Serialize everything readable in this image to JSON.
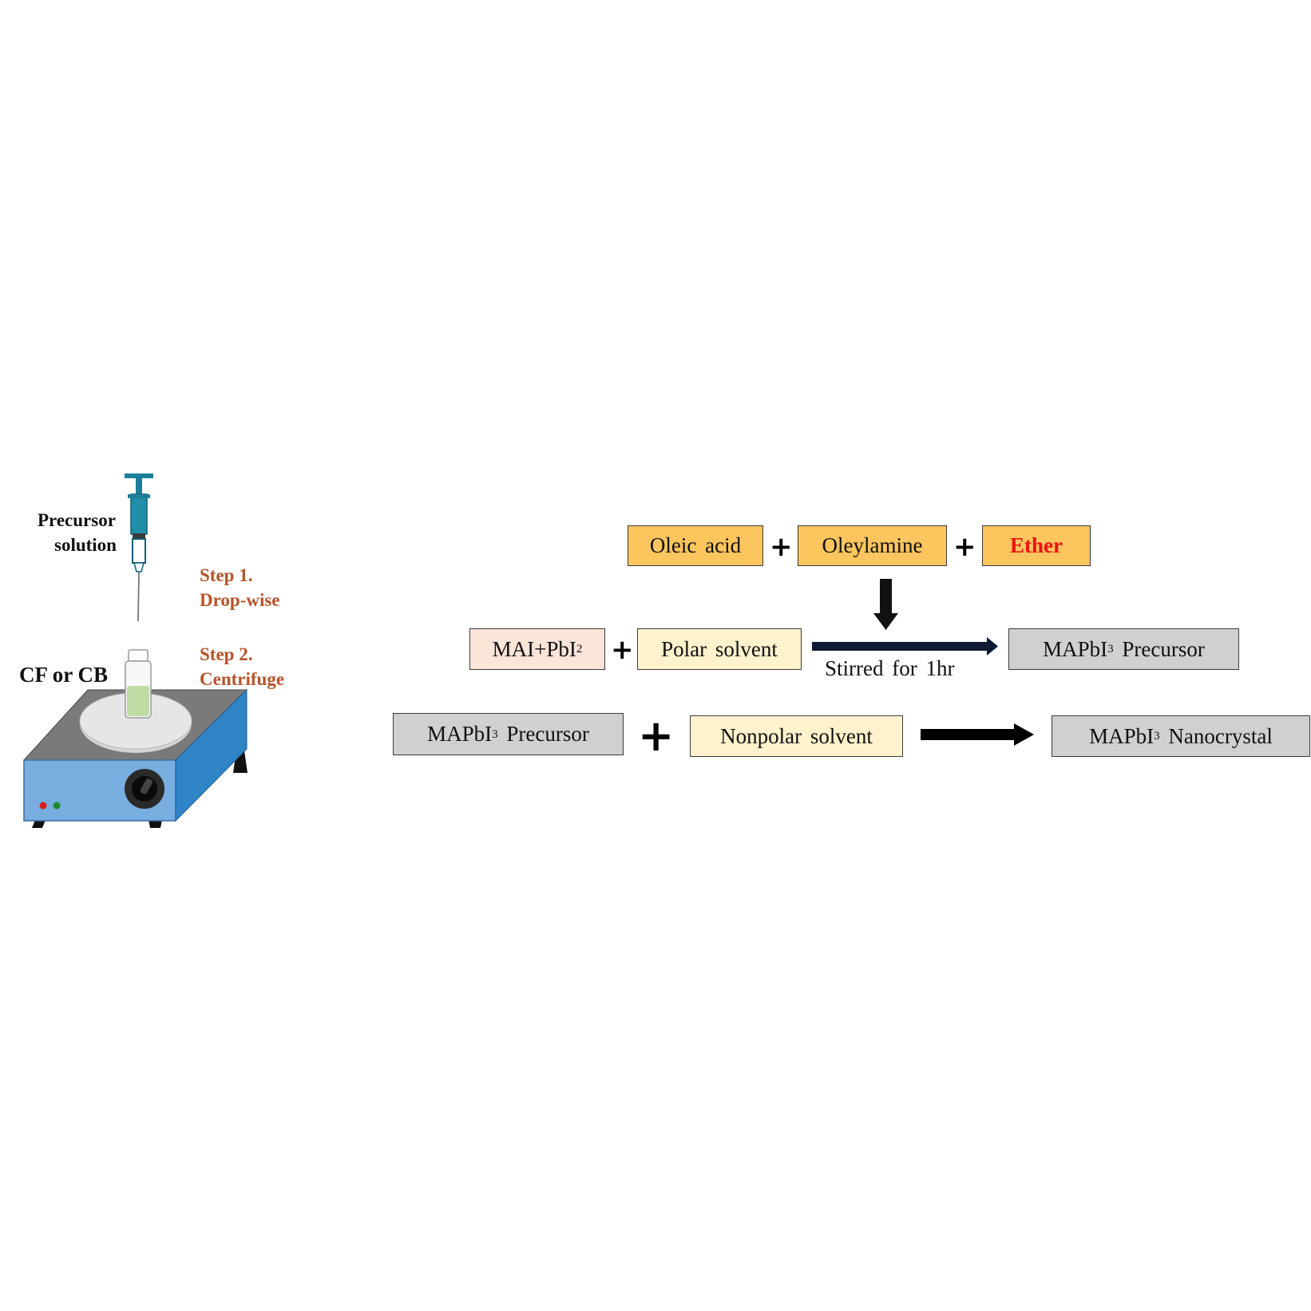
{
  "illustration": {
    "syringe_label_line1": "Precursor",
    "syringe_label_line2": "solution",
    "step1_line1": "Step 1.",
    "step1_line2": "Drop-wise",
    "step2_line1": "Step 2.",
    "step2_line2": "Centrifuge",
    "solvent_label": "CF or CB"
  },
  "row1": {
    "box1": "Oleic acid",
    "plus1": "+",
    "box2": "Oleylamine",
    "plus2": "+",
    "box3": "Ether"
  },
  "row2": {
    "box1_main": "MAI+PbI",
    "box1_sub": "2",
    "plus1": "+",
    "box2": "Polar solvent",
    "arrow_caption": "Stirred for 1hr",
    "result_pre": "MAPbI",
    "result_sub": "3",
    "result_post": " Precursor"
  },
  "row3": {
    "box1_pre": "MAPbI",
    "box1_sub": "3",
    "box1_post": " Precursor",
    "plus1": "+",
    "box2": "Nonpolar solvent",
    "result_pre": "MAPbI",
    "result_sub": "3",
    "result_post": " Nanocrystal"
  },
  "colors": {
    "orange_box": "#fdc55d",
    "pink_box": "#fbe4d8",
    "cream_box": "#fff2cc",
    "grey_box": "#d0d0d0",
    "ether_text": "#ee1111",
    "step_text": "#b5542a",
    "hotplate_blue": "#5b9bd5",
    "hotplate_top": "#7a7a7a"
  },
  "icons": [
    "syringe-icon",
    "vial-icon",
    "hotplate-stirrer-icon"
  ]
}
